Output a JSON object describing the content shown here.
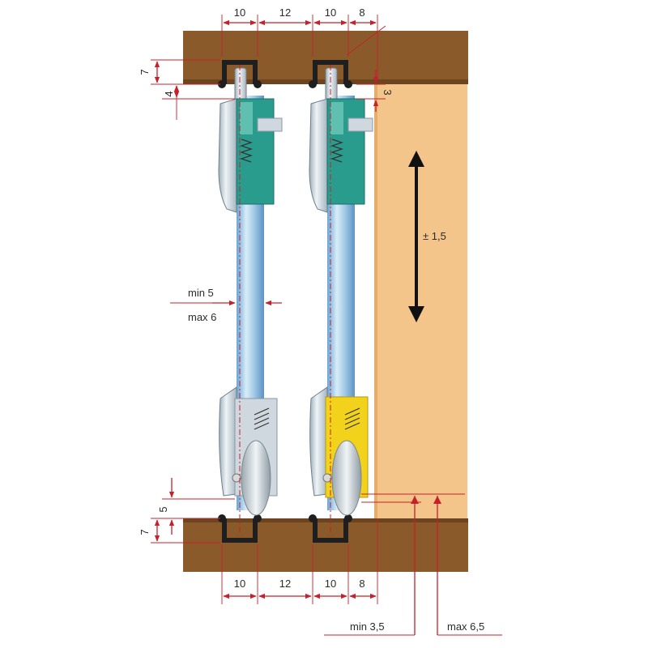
{
  "diagram": {
    "top_dims": [
      "10",
      "12",
      "10",
      "8"
    ],
    "bottom_dims": [
      "10",
      "12",
      "10",
      "8"
    ],
    "left_dims": {
      "top_rail_height": "7",
      "top_gap": "4",
      "bottom_gap": "5",
      "bottom_rail_height": "7"
    },
    "right_top_gap": "3",
    "travel_label": "± 1,5",
    "glass_min": "min 5",
    "glass_max": "max 6",
    "bottom_min": "min 3,5",
    "bottom_max": "max 6,5",
    "colors": {
      "wood": "#8a5a2b",
      "door_panel": "#f3c58a",
      "dimension_lines": "#c8202a",
      "front_carriage": "#2a9c8e",
      "rear_roller_carriage": "#f2d21b"
    }
  }
}
